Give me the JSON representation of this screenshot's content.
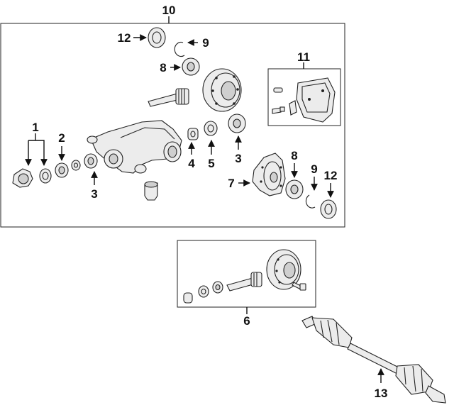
{
  "diagram": {
    "callouts": {
      "assembly": "10",
      "upper_seal": "12",
      "upper_snap_ring": "9",
      "upper_bearing": "8",
      "cover_kit": "11",
      "flange": "1",
      "spacer": "2",
      "pinion_bearing_left": "3",
      "collapsible_spacer": "4",
      "washer": "5",
      "pinion_bearing_right": "3",
      "differential_case": "7",
      "side_bearing": "8",
      "side_snap_ring": "9",
      "side_seal": "12",
      "gear_kit": "6",
      "axle_shaft": "13"
    },
    "colors": {
      "ink": "#222222",
      "fill": "#ececec",
      "background": "#ffffff"
    }
  }
}
